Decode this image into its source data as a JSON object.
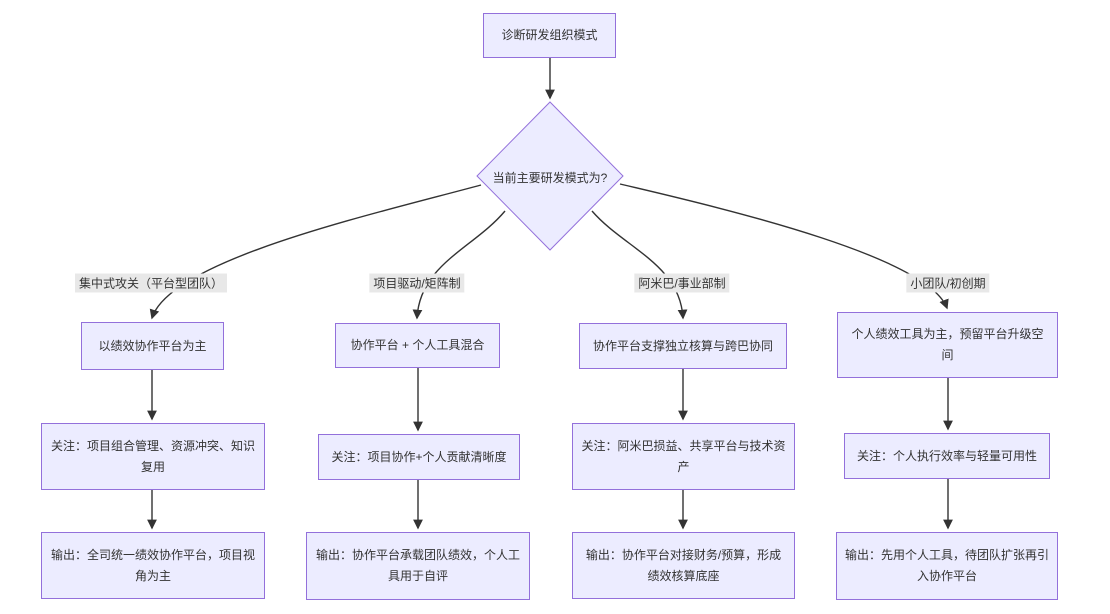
{
  "root": {
    "label": "诊断研发组织模式"
  },
  "decision": {
    "label": "当前主要研发模式为?"
  },
  "branches": [
    {
      "edge_label": "集中式攻关（平台型团队）",
      "steps": [
        "以绩效协作平台为主",
        "关注：项目组合管理、资源冲突、知识复用",
        "输出：全司统一绩效协作平台，项目视角为主"
      ]
    },
    {
      "edge_label": "项目驱动/矩阵制",
      "steps": [
        "协作平台 + 个人工具混合",
        "关注：项目协作+个人贡献清晰度",
        "输出：协作平台承载团队绩效，个人工具用于自评"
      ]
    },
    {
      "edge_label": "阿米巴/事业部制",
      "steps": [
        "协作平台支撑独立核算与跨巴协同",
        "关注：阿米巴损益、共享平台与技术资产",
        "输出：协作平台对接财务/预算，形成绩效核算底座"
      ]
    },
    {
      "edge_label": "小团队/初创期",
      "steps": [
        "个人绩效工具为主，预留平台升级空间",
        "关注：个人执行效率与轻量可用性",
        "输出：先用个人工具，待团队扩张再引入协作平台"
      ]
    }
  ],
  "colors": {
    "node_fill": "#ECECFF",
    "node_border": "#9370DB",
    "edge_label_bg": "#E8E8E8",
    "line": "#333333",
    "text": "#333333",
    "background": "#FFFFFF"
  }
}
